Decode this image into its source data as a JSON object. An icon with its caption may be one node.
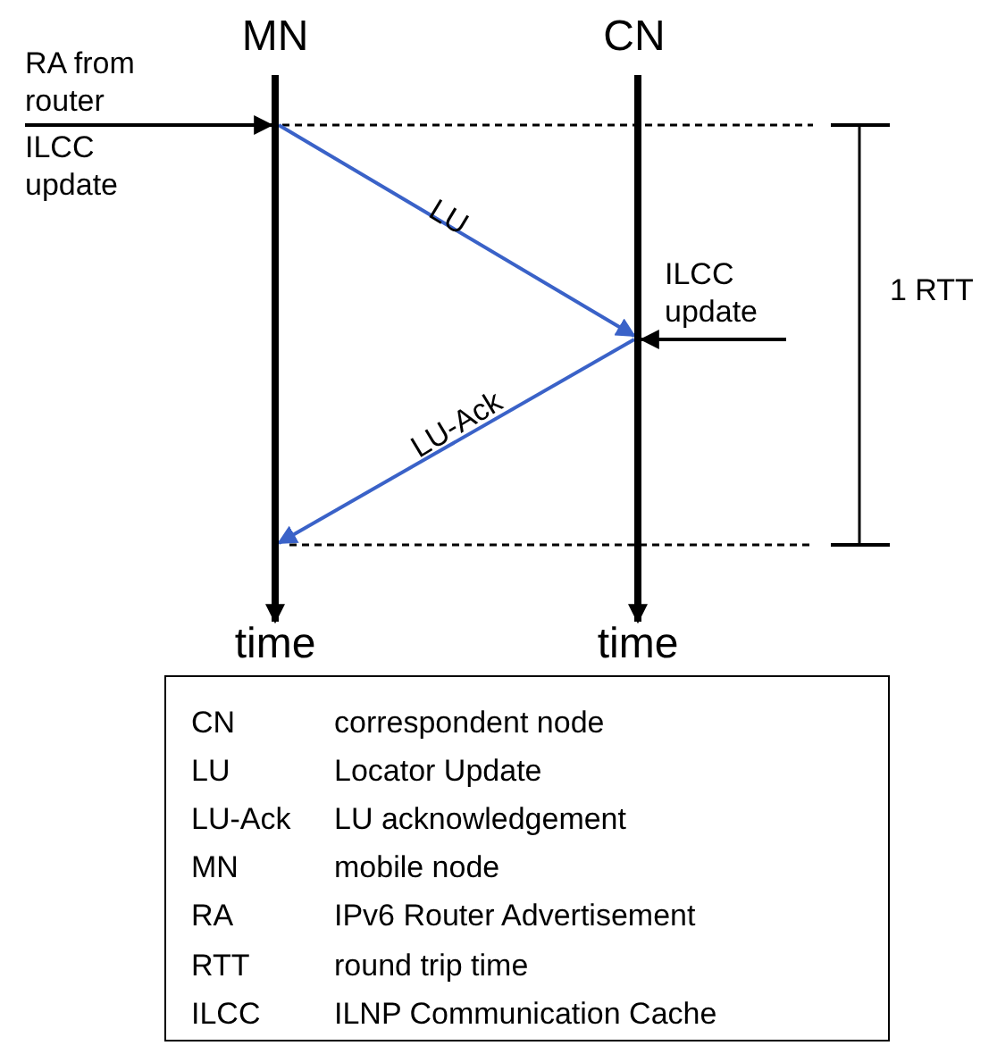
{
  "diagram": {
    "nodes": [
      {
        "text": [
          "MN"
        ]
      },
      {
        "text": [
          "CN"
        ]
      },
      {
        "text": [],
        "shape": "bar"
      },
      {
        "text": [],
        "shape": "bar"
      },
      {
        "text": [
          "time"
        ]
      },
      {
        "text": [
          "time"
        ]
      },
      {
        "text": [
          "RA from router"
        ]
      },
      {
        "text": [
          "ILCC update"
        ]
      }
    ],
    "edges": [
      {
        "from": 2,
        "to": 4,
        "arrow": "to",
        "style": "thick"
      },
      {
        "from": 3,
        "to": 5,
        "arrow": "to",
        "style": "thick"
      },
      {
        "from": 6,
        "to": 2,
        "arrow": "to"
      },
      {
        "from": 2,
        "to": 3,
        "arrow": "to",
        "label": "LU",
        "color": "#3a62c8"
      },
      {
        "from": 7,
        "to": 3,
        "arrow": "to"
      },
      {
        "from": 3,
        "to": 2,
        "arrow": "to",
        "label": "LU-Ack",
        "color": "#3a62c8"
      }
    ],
    "labels": [
      "ILCC update",
      "1 RTT",
      "CN",
      "correspondent node",
      "LU",
      "Locator Update",
      "LU-Ack",
      "LU acknowledgement",
      "MN",
      "mobile node",
      "RA",
      "IPv6 Router Advertisement",
      "RTT",
      "round trip time",
      "ILCC",
      "ILNP Communication Cache"
    ]
  }
}
